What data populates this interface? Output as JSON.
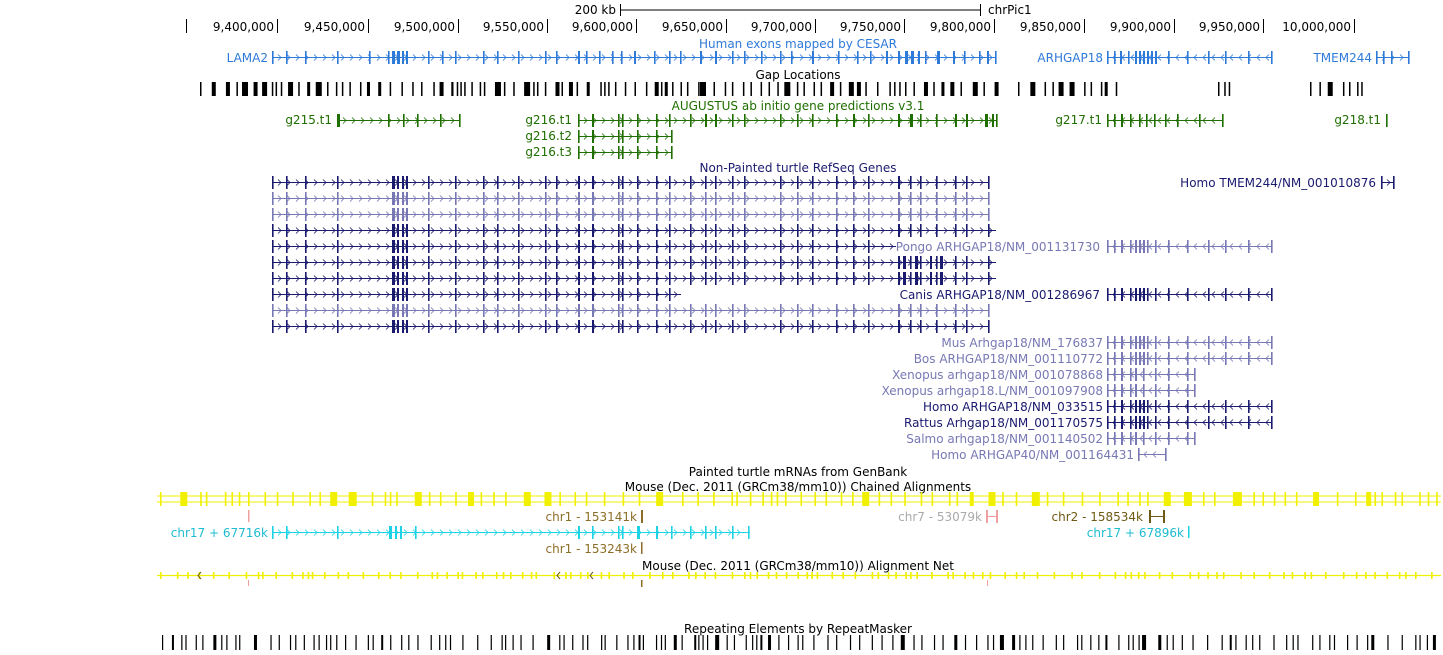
{
  "scale_label": "200 kb",
  "chrom": "chrPic1",
  "ruler": {
    "ticks": [
      "9,400,000",
      "9,450,000",
      "9,500,000",
      "9,550,000",
      "9,600,000",
      "9,650,000",
      "9,700,000",
      "9,750,000",
      "9,800,000",
      "9,850,000",
      "9,900,000",
      "9,950,000",
      "10,000,000"
    ]
  },
  "colors": {
    "cesar": "#2e7ad8",
    "gap": "#000000",
    "augustus": "#1f6e00",
    "refseq_dark": "#1a1a6e",
    "refseq_light": "#7878b4",
    "chain": "#f0f000",
    "chain_brown": "#8c6e28",
    "chain_pink": "#f0a0a0",
    "chain_cyan": "#1ed2e6",
    "chain_olive": "#6e5a14",
    "repeat": "#000000"
  },
  "tracks": {
    "cesar": {
      "title": "Human exons mapped by CESAR",
      "labels": [
        "LAMA2",
        "ARHGAP18",
        "TMEM244"
      ]
    },
    "gaps": {
      "title": "Gap Locations"
    },
    "augustus": {
      "title": "AUGUSTUS ab initio gene predictions v3.1",
      "labels": [
        "g215.t1",
        "g216.t1",
        "g216.t2",
        "g216.t3",
        "g217.t1",
        "g218.t1"
      ]
    },
    "refseq": {
      "title": "Non-Painted turtle RefSeq Genes",
      "labels": [
        "Homo TMEM244/NM_001010876",
        "Pongo ARHGAP18/NM_001131730",
        "Canis ARHGAP18/NM_001286967",
        "Mus Arhgap18/NM_176837",
        "Bos ARHGAP18/NM_001110772",
        "Xenopus arhgap18/NM_001078868",
        "Xenopus arhgap18.L/NM_001097908",
        "Homo ARHGAP18/NM_033515",
        "Rattus Arhgap18/NM_001170575",
        "Salmo arhgap18/NM_001140502",
        "Homo ARHGAP40/NM_001164431"
      ]
    },
    "mrna": {
      "title": "Painted turtle mRNAs from GenBank"
    },
    "chain": {
      "title": "Mouse (Dec. 2011 (GRCm38/mm10)) Chained Alignments",
      "labels": [
        "chr1 - 153141k",
        "chr7 - 53079k",
        "chr2 - 158534k",
        "chr17 + 67716k",
        "chr17 + 67896k",
        "chr1 - 153243k"
      ]
    },
    "net": {
      "title": "Mouse (Dec. 2011 (GRCm38/mm10)) Alignment Net"
    },
    "repeats": {
      "title": "Repeating Elements by RepeatMasker"
    }
  }
}
